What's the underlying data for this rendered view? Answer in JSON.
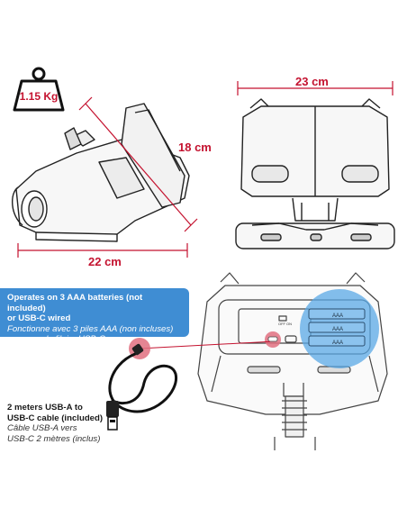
{
  "weight": {
    "label": "1.15 Kg"
  },
  "dimensions": {
    "width": "23 cm",
    "height": "18 cm",
    "depth": "22 cm"
  },
  "power_info": {
    "en_line1": "Operates on 3 AAA batteries (not included)",
    "en_line2": "or USB-C wired",
    "fr_line1": "Fonctionne avec 3 piles AAA (non incluses)",
    "fr_line2": "ou en mode filaire USB-C"
  },
  "cable_info": {
    "en_line1": "2 meters USB-A to",
    "en_line2": "USB-C cable (included)",
    "fr_line1": "Câble USB-A vers",
    "fr_line2": "USB-C 2 mètres (inclus)"
  },
  "battery_labels": [
    "AAA",
    "AAA",
    "AAA"
  ],
  "switch_labels": {
    "off": "OFF",
    "on": "ON"
  },
  "colors": {
    "accent": "#c4122f",
    "banner": "#3f8dd3",
    "highlight": "#5aa8e6"
  }
}
